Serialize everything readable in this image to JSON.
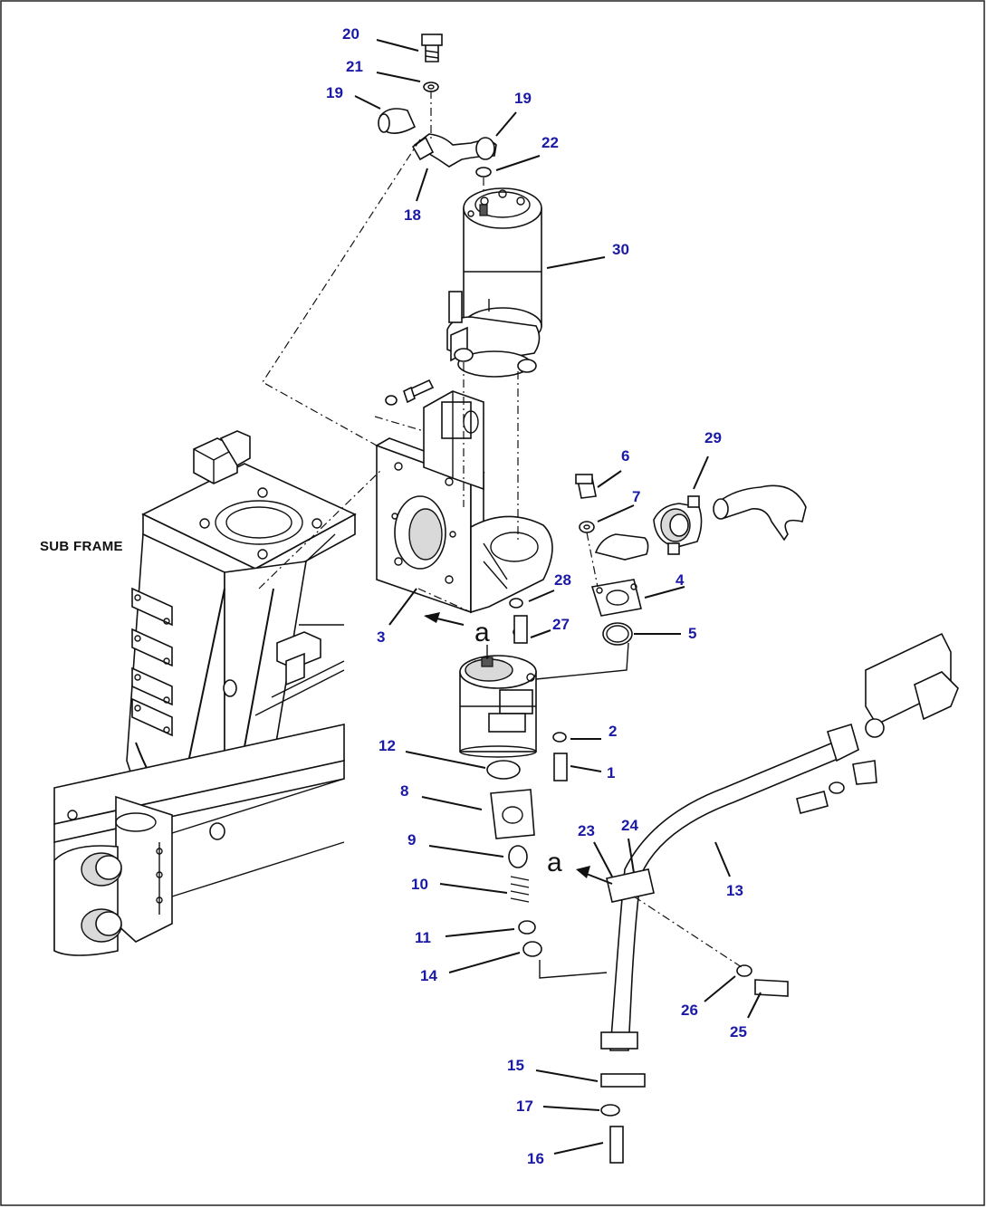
{
  "diagram": {
    "frame_label": "SUB FRAME",
    "view_marks": [
      "a",
      "a"
    ],
    "callouts": [
      {
        "id": "c20",
        "text": "20"
      },
      {
        "id": "c21",
        "text": "21"
      },
      {
        "id": "c19a",
        "text": "19"
      },
      {
        "id": "c19b",
        "text": "19"
      },
      {
        "id": "c22",
        "text": "22"
      },
      {
        "id": "c18",
        "text": "18"
      },
      {
        "id": "c30",
        "text": "30"
      },
      {
        "id": "c29",
        "text": "29"
      },
      {
        "id": "c6",
        "text": "6"
      },
      {
        "id": "c7",
        "text": "7"
      },
      {
        "id": "c4",
        "text": "4"
      },
      {
        "id": "c28",
        "text": "28"
      },
      {
        "id": "c27",
        "text": "27"
      },
      {
        "id": "c5",
        "text": "5"
      },
      {
        "id": "c3",
        "text": "3"
      },
      {
        "id": "c2",
        "text": "2"
      },
      {
        "id": "c12",
        "text": "12"
      },
      {
        "id": "c1",
        "text": "1"
      },
      {
        "id": "c8",
        "text": "8"
      },
      {
        "id": "c9",
        "text": "9"
      },
      {
        "id": "c23",
        "text": "23"
      },
      {
        "id": "c24",
        "text": "24"
      },
      {
        "id": "c13",
        "text": "13"
      },
      {
        "id": "c10",
        "text": "10"
      },
      {
        "id": "c11",
        "text": "11"
      },
      {
        "id": "c14",
        "text": "14"
      },
      {
        "id": "c26",
        "text": "26"
      },
      {
        "id": "c25",
        "text": "25"
      },
      {
        "id": "c15",
        "text": "15"
      },
      {
        "id": "c17",
        "text": "17"
      },
      {
        "id": "c16",
        "text": "16"
      }
    ]
  }
}
